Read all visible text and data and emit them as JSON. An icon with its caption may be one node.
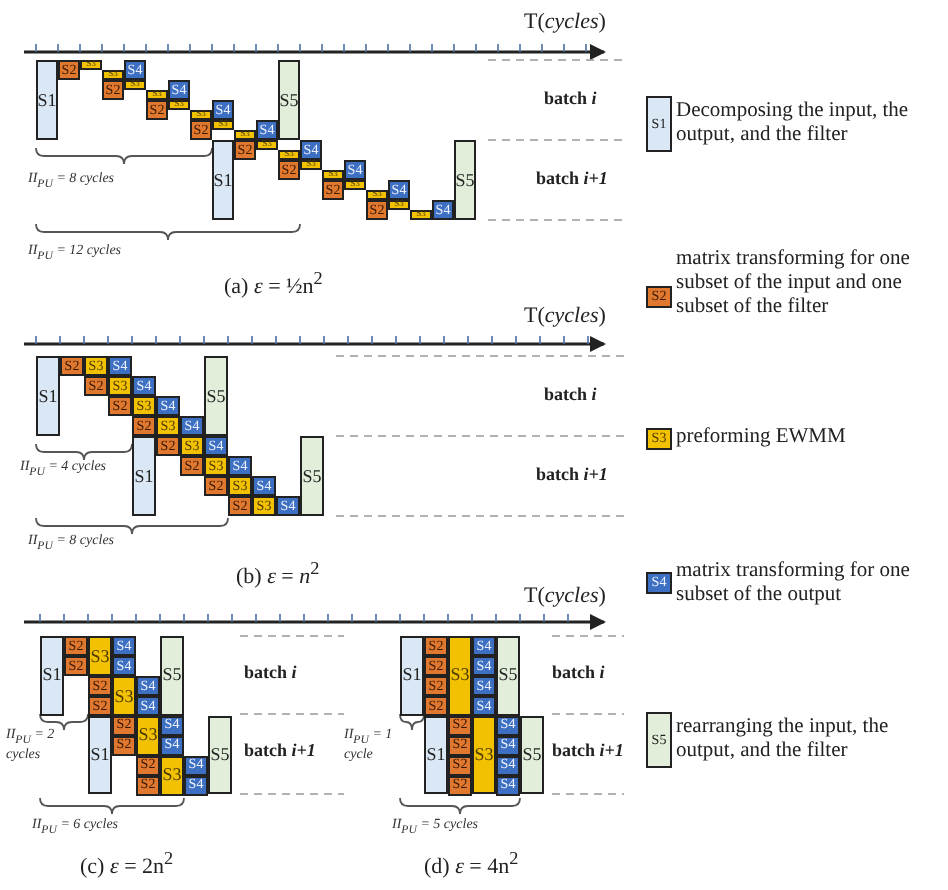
{
  "diagram": {
    "labels": [
      "T(*cycles*)",
      "S1",
      "S2",
      "S3",
      "S3",
      "S4",
      "S2",
      "S3",
      "S3",
      "S4",
      "S2",
      "S3",
      "S3",
      "S4",
      "S2",
      "S3",
      "S3",
      "S4",
      "S5",
      "S1",
      "S2",
      "S3",
      "S3",
      "S4",
      "S2",
      "S3",
      "S3",
      "S4",
      "S2",
      "S3",
      "S3",
      "S4",
      "S2",
      "S3",
      "S3",
      "S4",
      "S5",
      "batch *i*",
      "II$_{PU}$ = 8 cycles",
      "batch *i+1*",
      "II$_{PU}$ = 12 cycles",
      "(a) *ε* = ½n$^{2}$",
      "T(*cycles*)",
      "S1",
      "S2",
      "S3",
      "S4",
      "S2",
      "S3",
      "S4",
      "S2",
      "S3",
      "S4",
      "S2",
      "S3",
      "S4",
      "S5",
      "S1",
      "S2",
      "S3",
      "S4",
      "S2",
      "S3",
      "S4",
      "S2",
      "S3",
      "S4",
      "S2",
      "S3",
      "S4",
      "S5",
      "batch *i*",
      "II$_{PU}$ = 4 cycles",
      "batch *i+1*",
      "II$_{PU}$ = 8 cycles",
      "(b) *ε* = *n*$^{2}$",
      "T(*cycles*)",
      "S1",
      "S2",
      "S2",
      "S3",
      "S4",
      "S4",
      "S2",
      "S2",
      "S3",
      "S4",
      "S4",
      "S5",
      "S1",
      "S2",
      "S2",
      "S3",
      "S4",
      "S4",
      "S2",
      "S2",
      "S3",
      "S4",
      "S4",
      "S5",
      "batch *i*",
      "II$_{PU}$ = 2 cycles",
      "batch *i+1*",
      "II$_{PU}$ = 6 cycles",
      "(c) *ε* = 2n$^{2}$",
      "S1",
      "S2",
      "S2",
      "S2",
      "S2",
      "S3",
      "S4",
      "S4",
      "S4",
      "S4",
      "S5",
      "S1",
      "S2",
      "S2",
      "S2",
      "S2",
      "S3",
      "S4",
      "S4",
      "S4",
      "S4",
      "S5",
      "batch *i*",
      "II$_{PU}$ = 1 cycle",
      "batch *i+1*",
      "II$_{PU}$ = 5 cycles",
      "(d) *ε* = 4n$^{2}$",
      "S1",
      "S2",
      "S3",
      "S4",
      "S5"
    ],
    "legend": [
      {
        "text": "Decomposing the input, the output, and the filter",
        "color": "#dae8f5"
      },
      {
        "text": "matrix transforming for one subset of the input and one subset of the filter",
        "color": "#e0782f"
      },
      {
        "text": "preforming EWMM",
        "color": "#f2c200"
      },
      {
        "text": "matrix transforming for one subset of the output",
        "color": "#3d6fc3"
      },
      {
        "text": "rearranging the input, the output, and the filter",
        "color": "#e2eed9"
      }
    ]
  }
}
